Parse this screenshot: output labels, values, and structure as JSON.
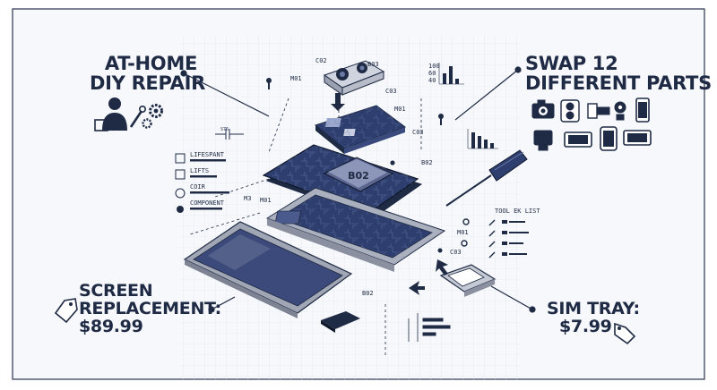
{
  "colors": {
    "navy": "#1f2a44",
    "screen": "#3b4a7a",
    "board": "#2e3e6e",
    "frame": "#a9adb8",
    "paper": "#f6f8fb",
    "grid": "#d7deea"
  },
  "callouts": {
    "diy": {
      "line1": "AT-HOME",
      "line2": "DIY REPAIR"
    },
    "swap": {
      "line1": "SWAP 12",
      "line2": "DIFFERENT PARTS"
    },
    "screen": {
      "line1": "SCREEN",
      "line2": "REPLACEMENT:",
      "price": "$89.99"
    },
    "sim": {
      "line1": "SIM TRAY:",
      "price": "$7.99"
    }
  },
  "diagram": {
    "chip": "B02",
    "labels": {
      "c02": "C02",
      "b03": "B03",
      "m01_top": "M01",
      "c03_top": "C03",
      "m01_mid": "M01",
      "c03_mid": "C03",
      "b02_side": "B02",
      "m03": "M3",
      "m01_left": "M01",
      "m01_right": "M01",
      "c03_right": "C03",
      "b02_bottom": "B02",
      "s76": "S76"
    },
    "legend": [
      "LIFESPANT",
      "LIFTS",
      "COIR",
      "COMPONENT"
    ],
    "tool_list_title": "TOOL EK LIST",
    "mini_chart_ticks": [
      "100",
      "60",
      "40"
    ]
  },
  "icons": {
    "swap_parts": [
      "camera-icon",
      "dual-camera-icon",
      "cable-icon",
      "webcam-icon",
      "phone-icon",
      "chip-icon",
      "phone-landscape-icon",
      "phone-portrait-icon",
      "battery-icon"
    ]
  }
}
